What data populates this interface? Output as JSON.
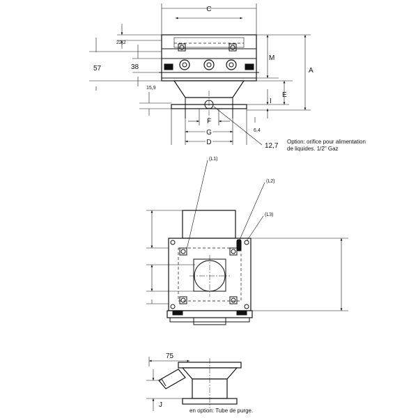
{
  "top_view": {
    "dims": {
      "c": "C",
      "d22": "22,2",
      "m": "M",
      "a": "A",
      "d57": "57",
      "d38": "38",
      "d159": "15,9",
      "e": "E",
      "i": "I",
      "f": "F",
      "d64": "6,4",
      "g": "G",
      "d": "D",
      "d127": "12,7"
    },
    "option_note_line1": "Option: orifice pour alimentation",
    "option_note_line2": "de liquides. 1/2\" Gaz"
  },
  "middle_view": {
    "labels": {
      "l1": "(L1)",
      "l2": "(L2)",
      "l3": "(L3)"
    }
  },
  "bottom_view": {
    "dims": {
      "d75": "75",
      "j": "J"
    },
    "caption": "en option: Tube de purge."
  }
}
